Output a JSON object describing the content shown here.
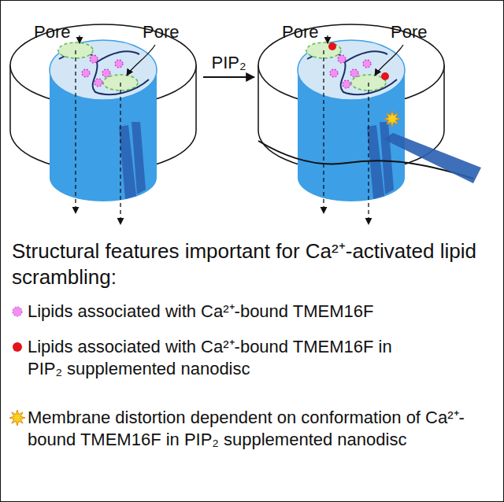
{
  "diagram": {
    "title": "Structural features important for Ca²⁺-activated lipid scrambling:",
    "nodes": [
      {
        "text": [
          "Pore",
          "Pore"
        ]
      },
      {
        "text": [
          "Pore",
          "Pore"
        ]
      }
    ],
    "edges": [
      {
        "from": 0,
        "to": 1,
        "arrow": "to",
        "label": "PIP₂"
      }
    ],
    "legend": [
      {
        "text": "Lipids associated with Ca²⁺-bound TMEM16F",
        "color": "#f28ff2"
      },
      {
        "text": "Lipids associated with Ca²⁺-bound TMEM16F in PIP₂ supplemented nanodisc",
        "color": "#e3141c"
      },
      {
        "text": "Membrane distortion dependent on conformation of Ca²⁺-bound TMEM16F in PIP₂ supplemented nanodisc"
      }
    ]
  }
}
